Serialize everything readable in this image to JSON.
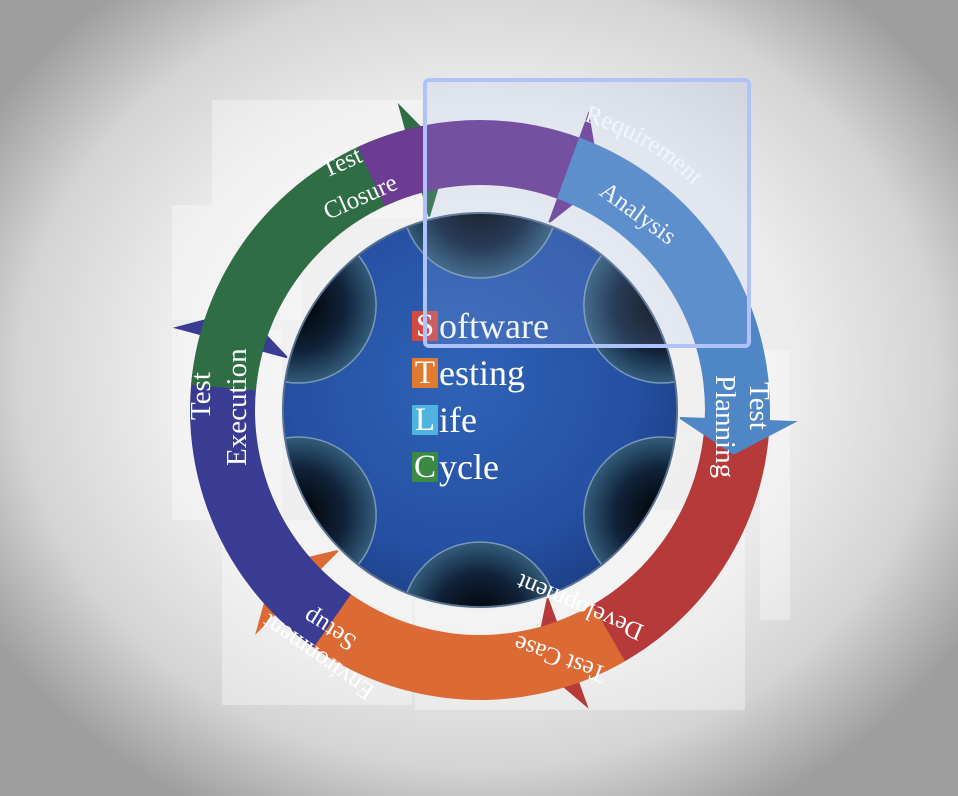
{
  "diagram": {
    "segments": [
      {
        "id": "requirement-analysis",
        "lines": [
          "Requirement",
          "Analysis"
        ],
        "color": "#4f86c6"
      },
      {
        "id": "test-planning",
        "lines": [
          "Test",
          "Planning"
        ],
        "color": "#b63a3a"
      },
      {
        "id": "test-case-development",
        "lines": [
          "Test Case",
          "Development"
        ],
        "color": "#dc6a35"
      },
      {
        "id": "environment-setup",
        "lines": [
          "Environment",
          "Setup"
        ],
        "color": "#3a3c94"
      },
      {
        "id": "test-execution",
        "lines": [
          "Test",
          "Execution"
        ],
        "color": "#2f6e45"
      },
      {
        "id": "test-closure",
        "lines": [
          "Test",
          "Closure"
        ],
        "color": "#6c3b92"
      }
    ],
    "center": {
      "words": [
        {
          "initial": "S",
          "rest": "oftware",
          "color": "#d24a42"
        },
        {
          "initial": "T",
          "rest": "esting",
          "color": "#e07a2e"
        },
        {
          "initial": "L",
          "rest": "ife",
          "color": "#4fb3e0"
        },
        {
          "initial": "C",
          "rest": "ycle",
          "color": "#3b8a43"
        }
      ],
      "disc_color": "#2a55a8"
    },
    "selection": {
      "color": "#afc3fa"
    }
  }
}
